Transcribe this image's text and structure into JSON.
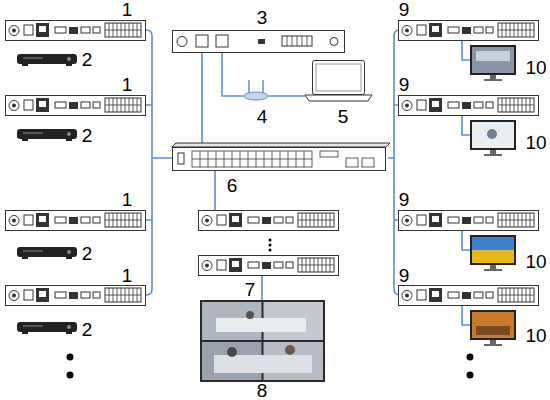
{
  "diagram": {
    "labels": [
      "1",
      "3",
      "9",
      "2",
      "10",
      "1",
      "9",
      "4",
      "5",
      "2",
      "10",
      "6",
      "1",
      "9",
      "2",
      "10",
      "1",
      "9",
      "7",
      "2",
      "10",
      "8"
    ]
  }
}
